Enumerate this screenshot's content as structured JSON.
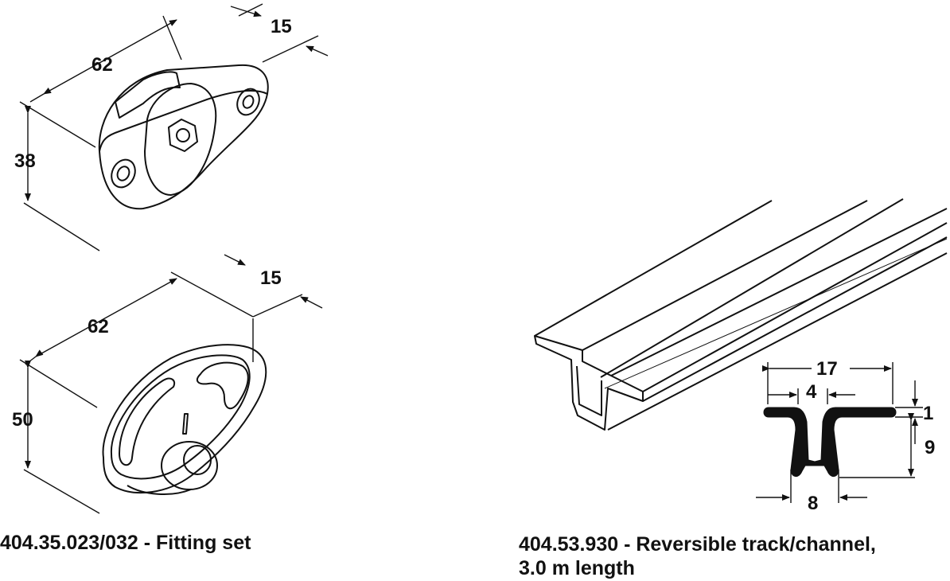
{
  "fitting_top": {
    "dims": {
      "length": "62",
      "width": "15",
      "height": "38"
    }
  },
  "fitting_bottom": {
    "dims": {
      "length": "62",
      "width": "15",
      "height": "50"
    }
  },
  "track_profile": {
    "dims": {
      "overall_width": "17",
      "slot_width": "4",
      "lip": "1",
      "depth": "9",
      "channel_width": "8"
    }
  },
  "captions": {
    "fitting": "404.35.023/032 - Fitting set",
    "track_line1": "404.53.930 - Reversible track/channel,",
    "track_line2": "3.0 m length"
  },
  "colors": {
    "line": "#111111",
    "background": "#ffffff"
  }
}
